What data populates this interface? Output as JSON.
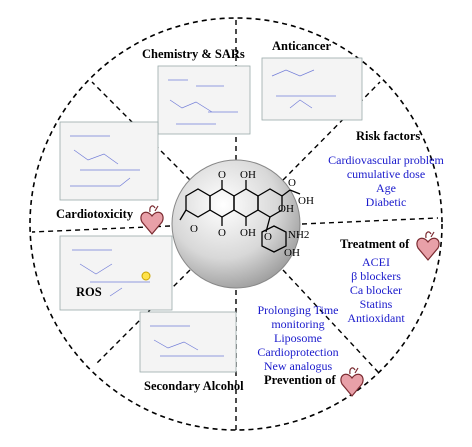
{
  "sectors": {
    "chemistry": {
      "title": "Chemistry & SARs"
    },
    "anticancer": {
      "title": "Anticancer"
    },
    "risk": {
      "title": "Risk factors",
      "items": [
        "Cardiovascular problem",
        "cumulative dose",
        "Age",
        "Diabetic"
      ]
    },
    "treatment": {
      "title": "Treatment of",
      "items": [
        "ACEI",
        "β blockers",
        "Ca blocker",
        "Statins",
        "Antioxidant"
      ]
    },
    "prevention": {
      "title": "Prevention of",
      "items": [
        "Prolonging Time",
        "monitoring",
        "Liposome",
        "Cardioprotection",
        "New analogus"
      ]
    },
    "secondary": {
      "title": "Secondary Alcohol"
    },
    "ros": {
      "title": "ROS"
    },
    "cardiotox": {
      "title": "Cardiotoxicity"
    }
  },
  "molecule": {
    "labels": [
      "O",
      "OH",
      "O",
      "OH",
      "OH",
      "O",
      "O",
      "OH",
      "O",
      "NH2",
      "OH"
    ]
  },
  "colors": {
    "item_text": "#1a1acc",
    "heart": "#e8a0a8",
    "sphere": "#c8c8c8"
  },
  "icons": [
    "heart-icon",
    "heart-icon",
    "heart-icon"
  ]
}
